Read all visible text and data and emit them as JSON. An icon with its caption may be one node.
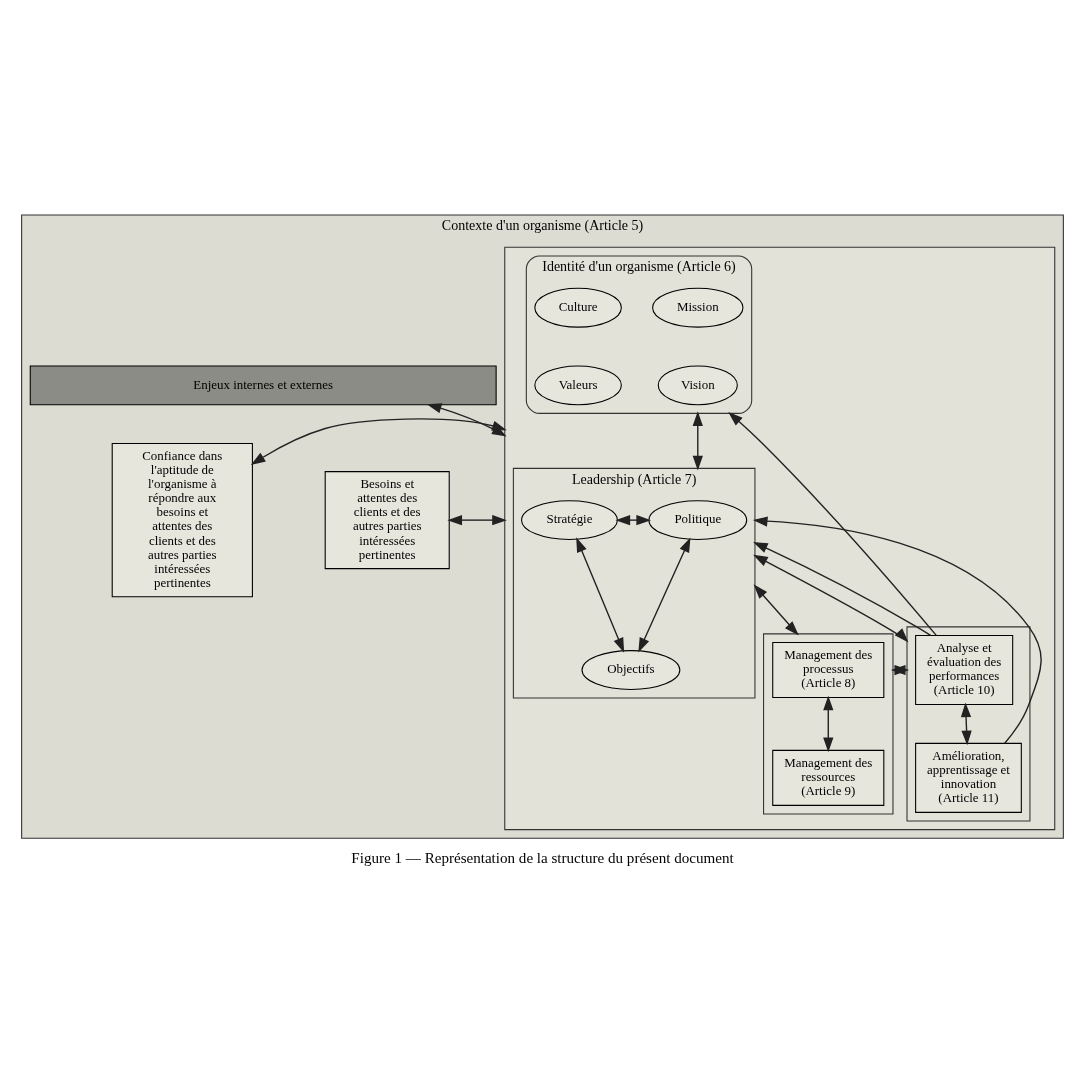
{
  "diagram": {
    "caption": "Figure 1 — Représentation de la structure du présent document",
    "nodes": [
      {
        "text": [
          "Contexte d'un organisme (Article 5)"
        ]
      },
      {
        "text": [
          "Enjeux internes et externes"
        ],
        "in": 0
      },
      {
        "text": [
          "Besoins et attentes des clients et des autres parties intéressées pertinentes"
        ],
        "in": 0
      },
      {
        "text": [
          "Confiance dans l'aptitude de l'organisme à répondre aux besoins et attentes des clients et des autres parties intéressées pertinentes"
        ],
        "in": 0
      },
      {
        "text": [],
        "shape": "box",
        "in": 0
      },
      {
        "text": [
          "Identité d'un organisme (Article 6)"
        ],
        "in": 4
      },
      {
        "text": [
          "Mission"
        ],
        "in": 5
      },
      {
        "text": [
          "Culture"
        ],
        "in": 5
      },
      {
        "text": [
          "Vision"
        ],
        "in": 5
      },
      {
        "text": [
          "Valeurs"
        ],
        "in": 5
      },
      {
        "text": [
          "Leadership (Article 7)"
        ],
        "in": 4
      },
      {
        "text": [
          "Stratégie"
        ],
        "in": 10
      },
      {
        "text": [
          "Politique"
        ],
        "in": 10
      },
      {
        "text": [
          "Objectifs"
        ],
        "in": 10
      },
      {
        "text": [],
        "shape": "box",
        "in": 4
      },
      {
        "text": [
          "Management des processus (Article 8)"
        ],
        "in": 14
      },
      {
        "text": [
          "Management des ressources (Article 9)"
        ],
        "in": 14
      },
      {
        "text": [],
        "shape": "box",
        "in": 4
      },
      {
        "text": [
          "Analyse et évaluation des performances (Article 10)"
        ],
        "in": 17
      },
      {
        "text": [
          "Amélioration, apprentissage et innovation (Article 11)"
        ],
        "in": 17
      }
    ],
    "edges": [
      {
        "from": 1,
        "to": 4,
        "arrow": "both"
      },
      {
        "from": 5,
        "to": 10,
        "arrow": "both"
      },
      {
        "from": 11,
        "to": 12,
        "arrow": "both"
      },
      {
        "from": 13,
        "to": 11,
        "arrow": "both"
      },
      {
        "from": 13,
        "to": 12,
        "arrow": "both"
      },
      {
        "from": 2,
        "to": 4,
        "arrow": "both"
      },
      {
        "from": 4,
        "to": 3,
        "arrow": "both"
      },
      {
        "from": 10,
        "to": 14,
        "arrow": "both"
      },
      {
        "from": 10,
        "to": 17,
        "arrow": "both"
      },
      {
        "from": 15,
        "to": 16,
        "arrow": "both"
      },
      {
        "from": 14,
        "to": 17,
        "arrow": "both"
      },
      {
        "from": 18,
        "to": 19,
        "arrow": "both"
      },
      {
        "from": 18,
        "to": 5,
        "arrow": "to"
      },
      {
        "from": 18,
        "to": 10,
        "arrow": "to"
      },
      {
        "from": 19,
        "to": 10,
        "arrow": "to"
      }
    ]
  }
}
